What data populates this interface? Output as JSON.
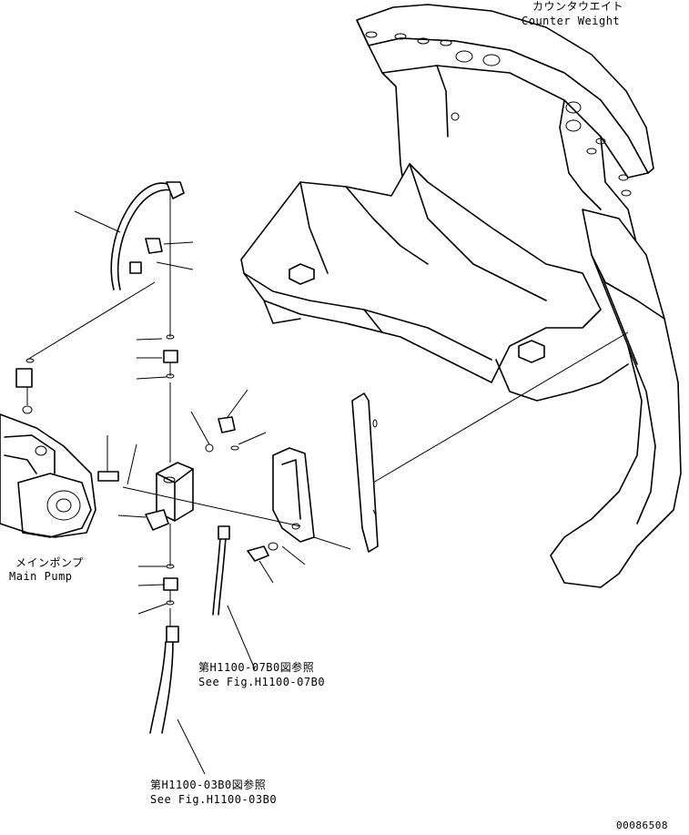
{
  "labels": {
    "counterweight_jp": "カウンタウエイト",
    "counterweight_en": "Counter Weight",
    "main_pump_jp": "メインポンプ",
    "main_pump_en": "Main Pump",
    "ref1_jp": "第H1100-07B0図参照",
    "ref1_en": "See Fig.H1100-07B0",
    "ref2_jp": "第H1100-03B0図参照",
    "ref2_en": "See Fig.H1100-03B0",
    "drawing_number": "00086508"
  }
}
